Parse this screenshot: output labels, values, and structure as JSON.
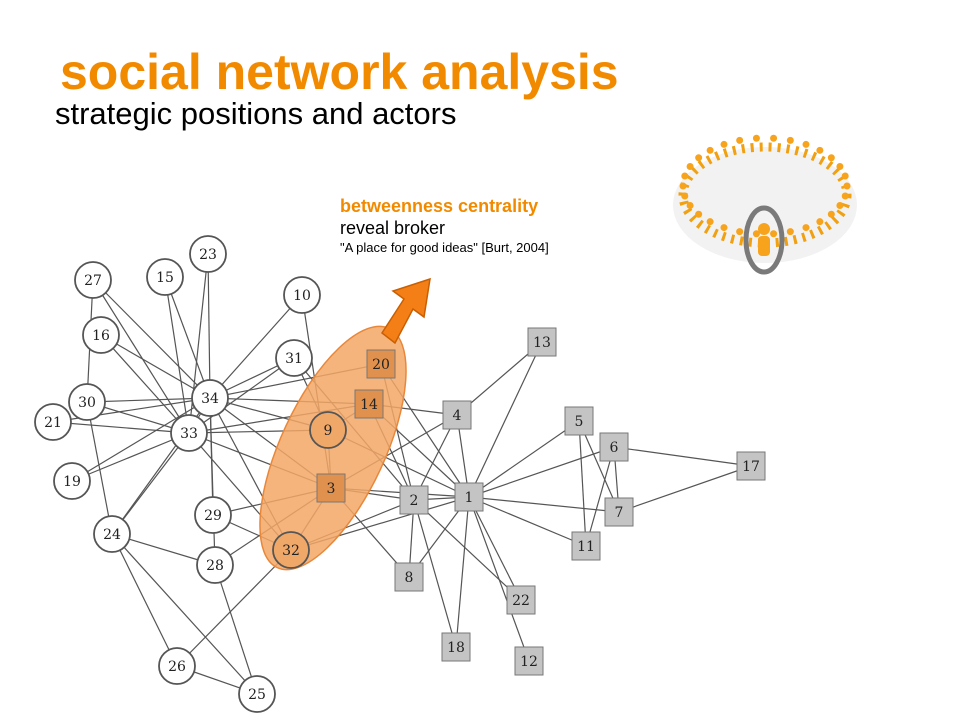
{
  "accent_color": "#f28a00",
  "slide": {
    "title": "social network analysis",
    "subtitle": "strategic positions and actors"
  },
  "callout": {
    "heading": "betweenness centrality",
    "line1": "reveal broker",
    "quote": "\"A place for good ideas\"  [Burt, 2004]"
  },
  "illustration": {
    "icon": "people-circle-with-highlighted-broker-icon"
  },
  "network": {
    "circle_nodes": [
      "27",
      "15",
      "23",
      "10",
      "16",
      "31",
      "30",
      "34",
      "21",
      "33",
      "9",
      "19",
      "29",
      "24",
      "32",
      "28",
      "26",
      "25"
    ],
    "square_nodes": [
      "20",
      "13",
      "14",
      "4",
      "5",
      "6",
      "17",
      "3",
      "2",
      "1",
      "7",
      "11",
      "8",
      "22",
      "18",
      "12"
    ],
    "highlighted_nodes": [
      "20",
      "14",
      "9",
      "3",
      "32"
    ],
    "edges": [
      [
        "34",
        "27"
      ],
      [
        "34",
        "15"
      ],
      [
        "34",
        "23"
      ],
      [
        "34",
        "10"
      ],
      [
        "34",
        "16"
      ],
      [
        "34",
        "31"
      ],
      [
        "34",
        "30"
      ],
      [
        "34",
        "21"
      ],
      [
        "34",
        "33"
      ],
      [
        "34",
        "9"
      ],
      [
        "34",
        "19"
      ],
      [
        "34",
        "29"
      ],
      [
        "34",
        "24"
      ],
      [
        "34",
        "32"
      ],
      [
        "34",
        "28"
      ],
      [
        "34",
        "20"
      ],
      [
        "34",
        "14"
      ],
      [
        "34",
        "3"
      ],
      [
        "33",
        "27"
      ],
      [
        "33",
        "15"
      ],
      [
        "33",
        "23"
      ],
      [
        "33",
        "16"
      ],
      [
        "33",
        "31"
      ],
      [
        "33",
        "30"
      ],
      [
        "33",
        "21"
      ],
      [
        "33",
        "9"
      ],
      [
        "33",
        "19"
      ],
      [
        "33",
        "24"
      ],
      [
        "33",
        "3"
      ],
      [
        "33",
        "32"
      ],
      [
        "33",
        "14"
      ],
      [
        "30",
        "24"
      ],
      [
        "30",
        "27"
      ],
      [
        "24",
        "26"
      ],
      [
        "24",
        "28"
      ],
      [
        "24",
        "25"
      ],
      [
        "26",
        "25"
      ],
      [
        "26",
        "32"
      ],
      [
        "28",
        "25"
      ],
      [
        "28",
        "3"
      ],
      [
        "29",
        "3"
      ],
      [
        "29",
        "32"
      ],
      [
        "31",
        "9"
      ],
      [
        "31",
        "2"
      ],
      [
        "10",
        "3"
      ],
      [
        "9",
        "3"
      ],
      [
        "9",
        "1"
      ],
      [
        "14",
        "1"
      ],
      [
        "14",
        "2"
      ],
      [
        "14",
        "4"
      ],
      [
        "20",
        "2"
      ],
      [
        "20",
        "1"
      ],
      [
        "3",
        "1"
      ],
      [
        "3",
        "2"
      ],
      [
        "3",
        "4"
      ],
      [
        "3",
        "8"
      ],
      [
        "3",
        "32"
      ],
      [
        "32",
        "1"
      ],
      [
        "32",
        "2"
      ],
      [
        "9",
        "14"
      ],
      [
        "1",
        "2"
      ],
      [
        "1",
        "4"
      ],
      [
        "1",
        "5"
      ],
      [
        "1",
        "6"
      ],
      [
        "1",
        "7"
      ],
      [
        "1",
        "11"
      ],
      [
        "1",
        "22"
      ],
      [
        "1",
        "18"
      ],
      [
        "1",
        "12"
      ],
      [
        "1",
        "8"
      ],
      [
        "1",
        "13"
      ],
      [
        "2",
        "4"
      ],
      [
        "2",
        "8"
      ],
      [
        "2",
        "18"
      ],
      [
        "2",
        "22"
      ],
      [
        "4",
        "13"
      ],
      [
        "5",
        "7"
      ],
      [
        "5",
        "11"
      ],
      [
        "6",
        "7"
      ],
      [
        "6",
        "11"
      ],
      [
        "6",
        "17"
      ],
      [
        "7",
        "17"
      ]
    ]
  }
}
